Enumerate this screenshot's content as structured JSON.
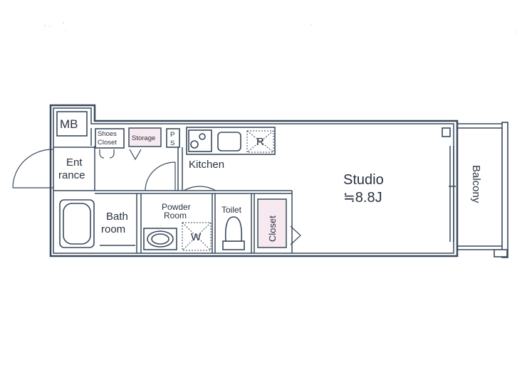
{
  "floor_plan": {
    "rooms": {
      "mb": "MB",
      "shoes_closet_1": "Shoes",
      "shoes_closet_2": "Closet",
      "storage": "Storage",
      "ps_1": "P",
      "ps_2": "S",
      "entrance_1": "Ent",
      "entrance_2": "rance",
      "kitchen": "Kitchen",
      "refrigerator": "R",
      "studio": "Studio",
      "studio_size": "≒8.8J",
      "bathroom_1": "Bath",
      "bathroom_2": "room",
      "powder_room_1": "Powder",
      "powder_room_2": "Room",
      "washer": "W",
      "toilet": "Toilet",
      "closet": "Closet",
      "balcony": "Balcony"
    }
  }
}
